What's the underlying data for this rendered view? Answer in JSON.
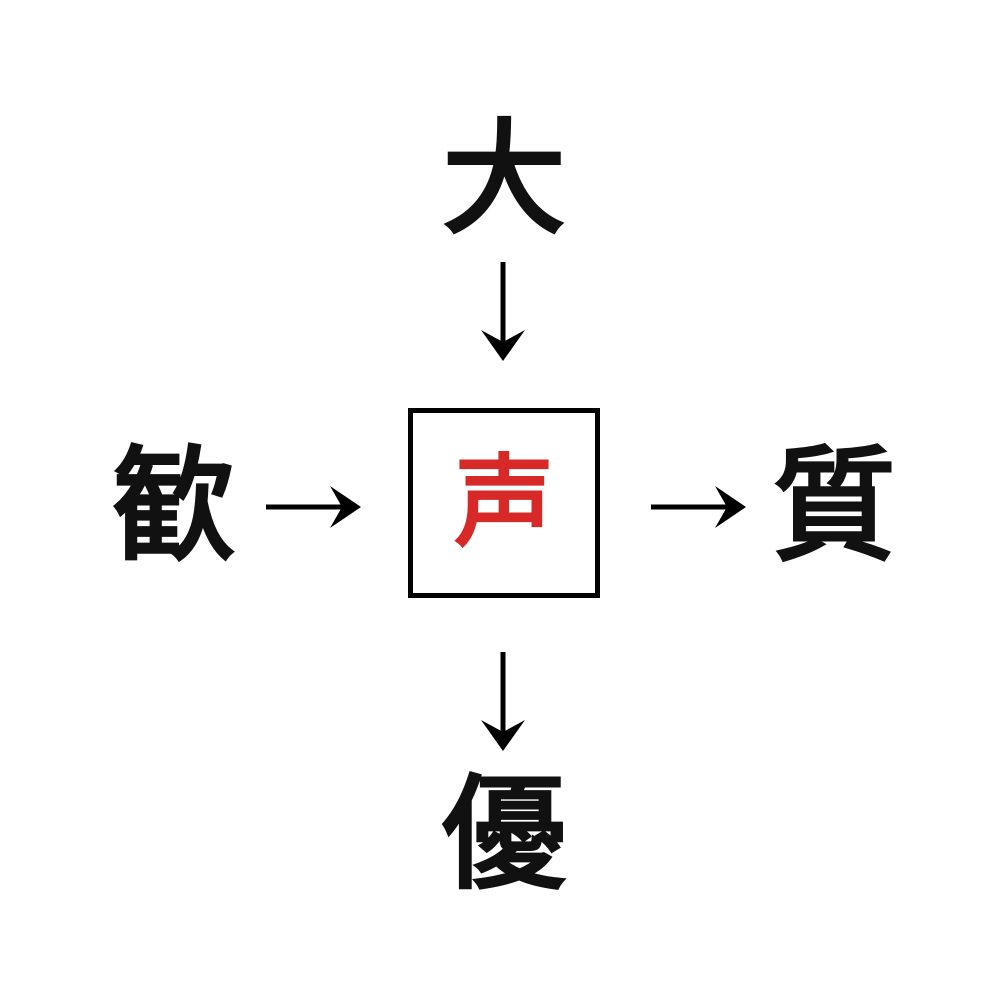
{
  "diagram": {
    "title": "kanji-association-diagram",
    "background_color": "#ffffff",
    "center": {
      "glyph": "声",
      "color": "#d72a28",
      "border_color": "#000000",
      "boxed": true
    },
    "nodes": {
      "top": {
        "glyph": "大",
        "color": "#111111"
      },
      "left": {
        "glyph": "歓",
        "color": "#111111"
      },
      "right": {
        "glyph": "質",
        "color": "#111111"
      },
      "bottom": {
        "glyph": "優",
        "color": "#111111"
      }
    },
    "arrows": [
      {
        "name": "arrow-top-to-center",
        "direction": "down",
        "from": "大",
        "to": "声"
      },
      {
        "name": "arrow-left-to-center",
        "direction": "right",
        "from": "歓",
        "to": "声"
      },
      {
        "name": "arrow-center-to-right",
        "direction": "right",
        "from": "声",
        "to": "質"
      },
      {
        "name": "arrow-center-to-bottom",
        "direction": "down",
        "from": "声",
        "to": "優"
      }
    ]
  }
}
